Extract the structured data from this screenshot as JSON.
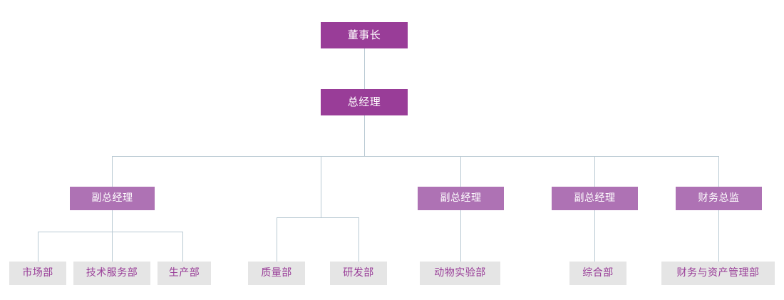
{
  "chart_data": {
    "type": "diagram",
    "diagram_kind": "organization-chart",
    "title": "",
    "orientation": "top-down",
    "colors": {
      "level0_box": "#993d98",
      "level0_text": "#ffffff",
      "level1_box": "#ae72b4",
      "level1_text": "#ffffff",
      "level2_box": "#e5e5e5",
      "level2_text": "#993d98",
      "connector": "#b9c9d3",
      "background": "#ffffff"
    },
    "nodes": [
      {
        "id": "n0",
        "label": "董事长",
        "level": 0,
        "parent": null
      },
      {
        "id": "n1",
        "label": "总经理",
        "level": 0,
        "parent": "n0"
      },
      {
        "id": "n2",
        "label": "副总经理",
        "level": 1,
        "parent": "n1"
      },
      {
        "id": "n3",
        "label": "副总经理",
        "level": 1,
        "parent": "n1"
      },
      {
        "id": "n4",
        "label": "副总经理",
        "level": 1,
        "parent": "n1"
      },
      {
        "id": "n5",
        "label": "财务总监",
        "level": 1,
        "parent": "n1"
      },
      {
        "id": "n6",
        "label": "市场部",
        "level": 2,
        "parent": "n2"
      },
      {
        "id": "n7",
        "label": "技术服务部",
        "level": 2,
        "parent": "n2"
      },
      {
        "id": "n8",
        "label": "生产部",
        "level": 2,
        "parent": "n2"
      },
      {
        "id": "n9",
        "label": "质量部",
        "level": 2,
        "parent": "n1"
      },
      {
        "id": "n10",
        "label": "研发部",
        "level": 2,
        "parent": "n1"
      },
      {
        "id": "n11",
        "label": "动物实验部",
        "level": 2,
        "parent": "n3"
      },
      {
        "id": "n12",
        "label": "综合部",
        "level": 2,
        "parent": "n4"
      },
      {
        "id": "n13",
        "label": "财务与资产管理部",
        "level": 2,
        "parent": "n5"
      }
    ]
  },
  "org": {
    "chairman": "董事长",
    "general_manager": "总经理",
    "vp1": "副总经理",
    "vp2": "副总经理",
    "vp3": "副总经理",
    "cfo": "财务总监",
    "dept_marketing": "市场部",
    "dept_tech_service": "技术服务部",
    "dept_production": "生产部",
    "dept_quality": "质量部",
    "dept_rnd": "研发部",
    "dept_animal_lab": "动物实验部",
    "dept_general_affairs": "综合部",
    "dept_finance_asset": "财务与资产管理部"
  }
}
